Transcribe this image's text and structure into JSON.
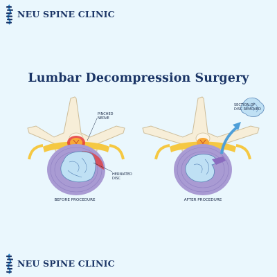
{
  "brand": {
    "name_top": "NEU SPINE CLINIC",
    "name_bottom": "NEU SPINE CLINIC",
    "logo_icon": "spine-logo-icon",
    "color": "#1b3566",
    "accent": "#2f8fd6"
  },
  "title": "Lumbar Decompression Surgery",
  "before": {
    "label_nerve_line1": "PINCHED",
    "label_nerve_line2": "NERVE",
    "label_disc_line1": "HERNIATED",
    "label_disc_line2": "DISC",
    "caption": "BEFORE PROCEDURE"
  },
  "after": {
    "label_removed_line1": "SECTION OF",
    "label_removed_line2": "DISC REMOVED",
    "caption": "AFTER PROCEDURE"
  },
  "colors": {
    "background": "#eaf7fd",
    "bone": "#f7eed8",
    "bone_outline": "#cdbd99",
    "nerve": "#f5c842",
    "disc_outer": "#a99bd3",
    "disc_inner": "#bfe0f4",
    "inflammation": "#e53a36",
    "arrow": "#4f9fd8"
  }
}
